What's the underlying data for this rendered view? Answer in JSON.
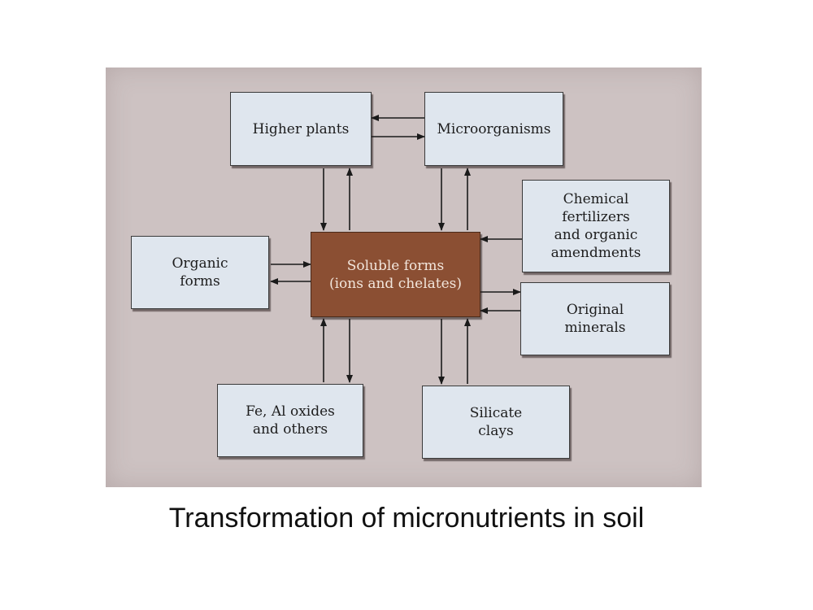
{
  "diagram": {
    "nodes": {
      "higher_plants": "Higher plants",
      "microorganisms": "Microorganisms",
      "chemical_fertilizers": "Chemical\nfertilizers\nand organic\namendments",
      "organic_forms": "Organic\nforms",
      "soluble_forms": "Soluble forms\n(ions and chelates)",
      "original_minerals": "Original\nminerals",
      "fe_al_oxides": "Fe, Al oxides\nand others",
      "silicate_clays": "Silicate\nclays"
    },
    "colors": {
      "panel": "#cdc2c2",
      "box": "#dfe6ee",
      "center_box": "#8b4f33",
      "arrow": "#1a1a1a"
    }
  },
  "caption": "Transformation of micronutrients in soil"
}
